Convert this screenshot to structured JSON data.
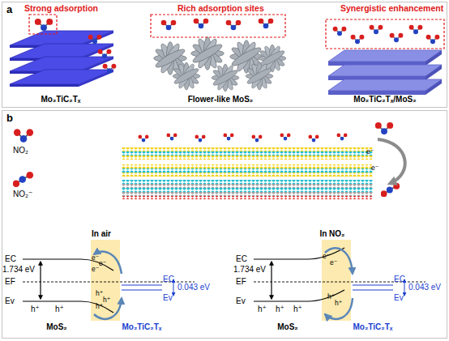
{
  "diagram": {
    "nodes": [
      {
        "text": [
          "a"
        ]
      },
      {
        "text": [
          "b"
        ]
      }
    ],
    "labels": [
      "Strong adsorption",
      "Rich adsorption sites",
      "Synergistic enhancement",
      "Mo₂TiC₂Tₓ",
      "Flower-like MoS₂",
      "Mo₂TiC₂Tₓ/MoS₂",
      "NO₂",
      "NO₂⁻",
      "e⁻",
      "e⁻",
      "In air",
      "EC",
      "EF",
      "Ev",
      "1.734 eV",
      "e⁻",
      "e⁻",
      "e⁻",
      "h⁺",
      "h⁺",
      "h⁺",
      "h⁺",
      "h⁺",
      "MoS₂",
      "EC",
      "Ev",
      "0.043 eV",
      "Mo₂TiC₂Tₓ",
      "In NO₂",
      "EC",
      "EF",
      "Ev",
      "1.734 eV",
      "e⁻",
      "e⁻",
      "h⁺",
      "h⁺",
      "h⁺",
      "h⁺",
      "h⁺",
      "MoS₂",
      "EC",
      "Ev",
      "0.043 eV",
      "Mo₂TiC₂Tₓ"
    ]
  }
}
